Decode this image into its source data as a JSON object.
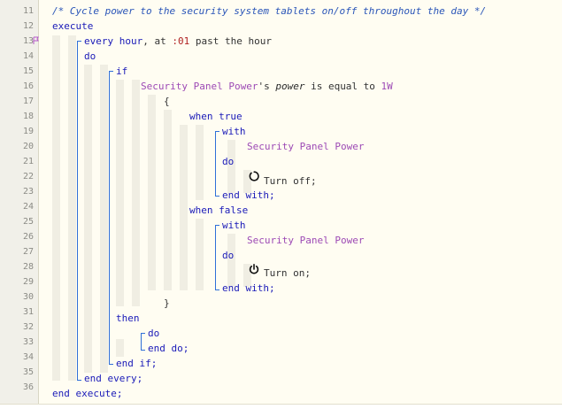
{
  "line_numbers": [
    "11",
    "12",
    "13",
    "14",
    "15",
    "16",
    "17",
    "18",
    "19",
    "20",
    "21",
    "22",
    "23",
    "24",
    "25",
    "26",
    "27",
    "28",
    "29",
    "30",
    "31",
    "32",
    "33",
    "34",
    "35",
    "36"
  ],
  "code": {
    "comment": "/* Cycle power to the security system tablets on/off throughout the day */",
    "execute": "execute",
    "every_hour": "every hour",
    "at_text": ", at ",
    "at_value": ":01",
    "past_hour": " past the hour",
    "do": "do",
    "if": "if",
    "device_name": "Security Panel Power",
    "possessive": "'s ",
    "attribute": "power",
    "is_equal_to": " is equal to ",
    "compare_value": "1W",
    "open_brace": "{",
    "when_true": "when true",
    "with": "with",
    "turn_off": "Turn off;",
    "end_with": "end with;",
    "when_false": "when false",
    "turn_on": "Turn on;",
    "close_brace": "}",
    "then": "then",
    "end_do": "end do;",
    "end_if": "end if;",
    "end_every": "end every;",
    "end_execute": "end execute;"
  },
  "colors": {
    "comment": "#2a55b8",
    "keyword": "#1a1ab8",
    "trigger": "#b02222",
    "device": "#9d4ab5",
    "background": "#fffdf2",
    "gutter": "#f1f0e9",
    "bracket": "#2f6fd8"
  },
  "icons": {
    "turn_off": "power-off-icon",
    "turn_on": "power-on-icon",
    "line_marker": "flag-marker-icon"
  }
}
